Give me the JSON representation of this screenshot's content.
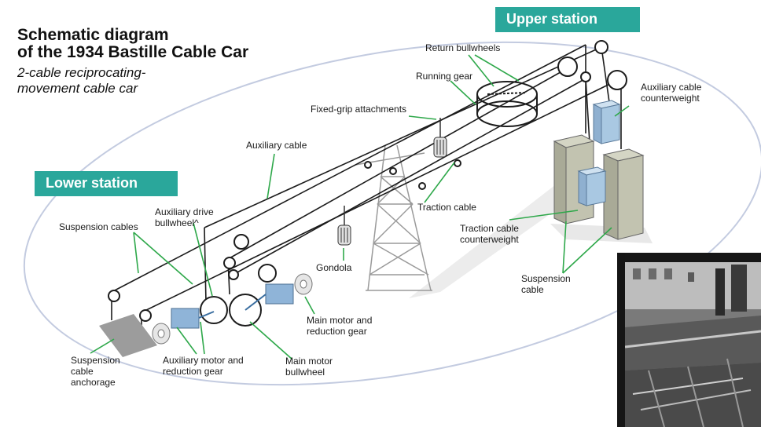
{
  "title_line1": "Schematic diagram",
  "title_line2": "of the 1934 Bastille Cable Car",
  "subtitle_line1": "2-cable reciprocating-",
  "subtitle_line2": "movement cable car",
  "stations": {
    "upper": "Upper station",
    "lower": "Lower station"
  },
  "labels": {
    "return_bullwheels": "Return bullwheels",
    "running_gear": "Running gear",
    "fixed_grip": "Fixed-grip attachments",
    "auxiliary_cable": "Auxiliary cable",
    "aux_counterweight_1": "Auxiliary cable",
    "aux_counterweight_2": "counterweight",
    "traction_cable": "Traction cable",
    "aux_drive_1": "Auxiliary drive",
    "aux_drive_2": "bullwheel^",
    "suspension_cables": "Suspension cables",
    "traction_counterweight_1": "Traction cable",
    "traction_counterweight_2": "counterweight",
    "gondola": "Gondola",
    "suspension_cable_1": "Suspension",
    "suspension_cable_2": "cable",
    "main_motor_1": "Main motor and",
    "main_motor_2": "reduction gear",
    "anchorage_1": "Suspension",
    "anchorage_2": "cable",
    "anchorage_3": "anchorage",
    "aux_motor_1": "Auxiliary motor and",
    "aux_motor_2": "reduction gear",
    "main_bullwheel_1": "Main motor",
    "main_bullwheel_2": "bullwheel"
  },
  "colors": {
    "accent": "#2aa79b",
    "leader": "#2ea84a",
    "motor": "#8fb4d8",
    "counterweight_beige": "#c2c3b0",
    "counterweight_blue": "#a9c8e2",
    "ellipse": "#c3cbe0"
  }
}
